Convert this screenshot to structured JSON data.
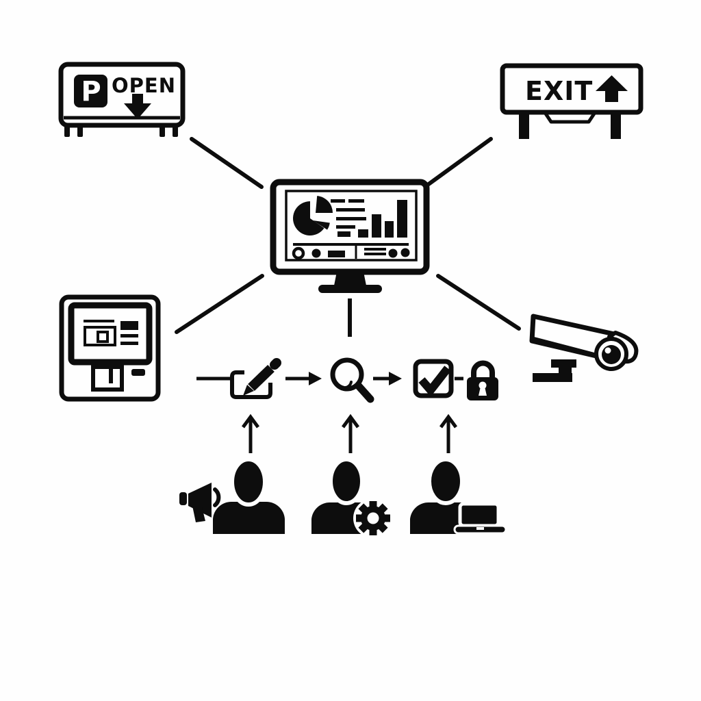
{
  "meta": {
    "description": "Black-and-white line-art diagram of a parking management system: a central analytics dashboard monitor connected to a parking OPEN sign, an EXIT sign, a payment kiosk and a CCTV camera, with a review workflow (edit, search, approve, lock) fed by three staff members (announcer, operator with gear, operator with laptop).",
    "background_color": "#fefefe",
    "ink_color": "#0d0d0d"
  },
  "parking_sign": {
    "p_label": "P",
    "open_label": "OPEN",
    "icon": "parking-open-sign-down-arrow"
  },
  "exit_sign": {
    "label": "EXIT",
    "icon": "exit-sign-up-arrow"
  },
  "monitor": {
    "icon": "analytics-dashboard-monitor",
    "widgets": [
      "pie-chart",
      "text-lines",
      "bar-chart",
      "control-strip"
    ]
  },
  "kiosk": {
    "icon": "payment-ticket-kiosk"
  },
  "camera": {
    "icon": "cctv-security-camera"
  },
  "workflow": {
    "steps": [
      {
        "icon": "edit-compose-icon"
      },
      {
        "icon": "magnifier-search-icon"
      },
      {
        "icon": "checkbox-checked-icon"
      },
      {
        "icon": "padlock-icon"
      }
    ]
  },
  "people": [
    {
      "icon": "person-with-megaphone"
    },
    {
      "icon": "person-with-gear"
    },
    {
      "icon": "person-with-laptop"
    }
  ]
}
